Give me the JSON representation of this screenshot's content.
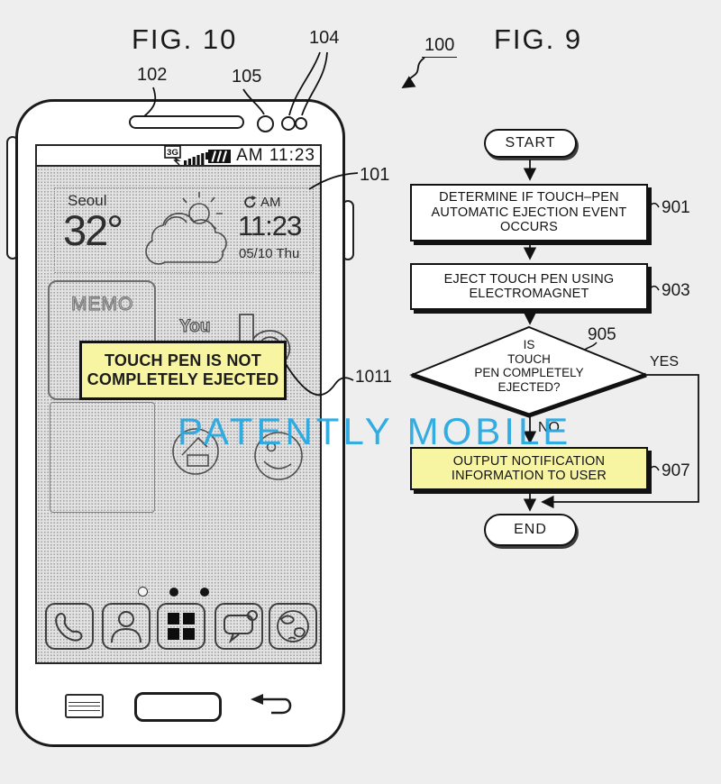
{
  "colors": {
    "highlight_yellow": "#f8f5a2",
    "watermark_blue": "#2aa9e1"
  },
  "watermark": {
    "text": "PATENTLY MOBILE"
  },
  "fig10": {
    "title": "FIG. 10",
    "refs": {
      "r102": "102",
      "r105": "105",
      "r104": "104",
      "r101": "101",
      "r1011": "1011"
    },
    "phone": {
      "status": {
        "network": "3G",
        "time": "AM 11:23"
      },
      "weather": {
        "city": "Seoul",
        "temp": "32°"
      },
      "clock": {
        "meridiem": "AM",
        "time": "11:23",
        "date": "05/10 Thu"
      },
      "memo_label": "MEMO",
      "you_label": "You",
      "callout": {
        "line1": "TOUCH PEN IS NOT",
        "line2": "COMPLETELY EJECTED"
      }
    }
  },
  "fig9": {
    "title": "FIG. 9",
    "ref100": "100",
    "start": "START",
    "end": "END",
    "yes": "YES",
    "no": "NO",
    "steps": {
      "s901": {
        "line1": "DETERMINE IF TOUCH–PEN",
        "line2": "AUTOMATIC EJECTION EVENT",
        "line3": "OCCURS",
        "ref": "901"
      },
      "s903": {
        "line1": "EJECT TOUCH PEN USING",
        "line2": "ELECTROMAGNET",
        "ref": "903"
      },
      "s905": {
        "line1": "IS",
        "line2": "TOUCH",
        "line3": "PEN COMPLETELY",
        "line4": "EJECTED?",
        "ref": "905"
      },
      "s907": {
        "line1": "OUTPUT NOTIFICATION",
        "line2": "INFORMATION TO USER",
        "ref": "907"
      }
    }
  }
}
